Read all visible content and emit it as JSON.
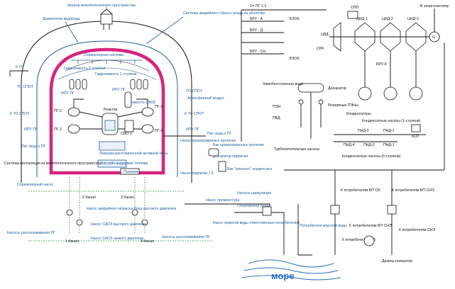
{
  "labels": {
    "filter": "Фильтр межоболочечного пространства",
    "recombiners": "Дожигатели водорода",
    "emergency_release": "Система аварийного сброса среды из оболочки",
    "sprinkler": "Спринклерная система",
    "hydro2": "Гидроемкость 2 ступени",
    "hydro1": "Гидроемкость 1 ступени",
    "to_spot1": "ТО СПОТ",
    "to_spot2": "ТО СПОТ",
    "to_spot3": "К ТО СПОТ",
    "k_to_spot": "К ТО СПОТ",
    "atm_air": "Атмосферный воздух",
    "k_tg": "К ТГ",
    "ipu_pg1": "ИПУ ПГ",
    "ipu_pg2": "ИПУ ПГ",
    "ipu_pg3": "ИПУ ПГ",
    "ipu_pg4": "ИПУ ПГ",
    "reactor": "Реактор",
    "pg1": "ПГ-1",
    "pg2": "ПГ-2",
    "pg3": "ПГ-3",
    "pg4": "ПГ-4",
    "svo1": "СВО-1",
    "svo5": "Емкость СВО5",
    "trap": "Ловушка расплавленной активной зоны",
    "pool": "Бассейн выдержки топлива",
    "pritamok": "Приямок",
    "ventilation": "Система вентиляции из межоболочечного пространства",
    "pit_water": "Пит. вода к ПГ",
    "pit_water2": "Пит. вода к ПГ",
    "org_leak_pumps": "Насос организованных протечек",
    "org_leak_tank": "Бак организованных протечек",
    "deaerator_feed": "Деаэратор подпитки",
    "feed_pump": "Насос подпитки 1 К",
    "clean_cond_tank": "Бак \"грязного\" конденсата",
    "sprinkler_pump": "Спринклерный насос",
    "channel2": "2 Канал",
    "channel3": "3 Канал",
    "channel1": "1 Канал",
    "channel4": "4 Канал",
    "emerg_boron": "Насос аварийного впрыска бора высокого давления",
    "saoz_high": "Насос САОЗ высокого давления",
    "saoz_low": "Насос САОЗ низкого давления",
    "cooldown_pumps_l": "Насосы расхолаживания ПГ",
    "cooldown_pumps_r": "Насосы расхолаживания ПГ",
    "industrial_pump": "Насос промконтура",
    "consumers_b": "Потребители блока",
    "circ_pumps": "Насосы циркуляции",
    "sea_water_pumps": "Насос морской воды ответственных потребителей",
    "consumers_sea": "Потребители морской воды",
    "sea": "море",
    "from_pg": "От ПГ 1-2",
    "bru_a": "БРУ - А",
    "bru_d": "БРУ - Д",
    "bru_sn": "БРУ - СН",
    "bzok": "БЗОК",
    "bzok2": "БЗОК",
    "csd": "ЦВД",
    "srk": "СРК",
    "cnd1": "ЦНД-1",
    "cnd2": "ЦНД-2",
    "cnd3": "ЦНД-3",
    "spp": "СПП",
    "to_energy": "В энергосистему",
    "g_symbol": "G",
    "bru_k": "БРУ-К",
    "chem_water": "Химобессоленная вода",
    "deaerator": "Деаэратор",
    "pen": "ПЭН",
    "pvd": "ПВД",
    "reserve_pen": "Резервные ПЭНы",
    "condensers": "Конденсаторы",
    "cond_pumps1": "Конденсатные насосы (1-ступени)",
    "cond_pumps2": "Конденсатные насосы (II-ступени)",
    "bou": "БОУ",
    "pnd2": "ПНД-2",
    "pnd1": "ПНД-1",
    "pnd4": "ПНД-4",
    "pnd3": "ПНД-3",
    "pnd1b": "ПНД-1",
    "turbo_pumps": "Турбопитательные насосы",
    "k_cons_sn": "К потребителям БП СНЭ",
    "k_cons_sb": "К потребителям БП СБ",
    "k_cons_sn2": "К потребителям БП СНЭ",
    "k_cons_sb2": "К потребителям СБ",
    "k_cons_snl": "К потребителям СНЭ",
    "diesel": "Дизель-генератор"
  },
  "colors": {
    "containment": "#d6247f",
    "pipe": "#111111",
    "label": "#1a5fa0",
    "sea": "#2a6fc0",
    "aux": "#3a8a4a"
  }
}
